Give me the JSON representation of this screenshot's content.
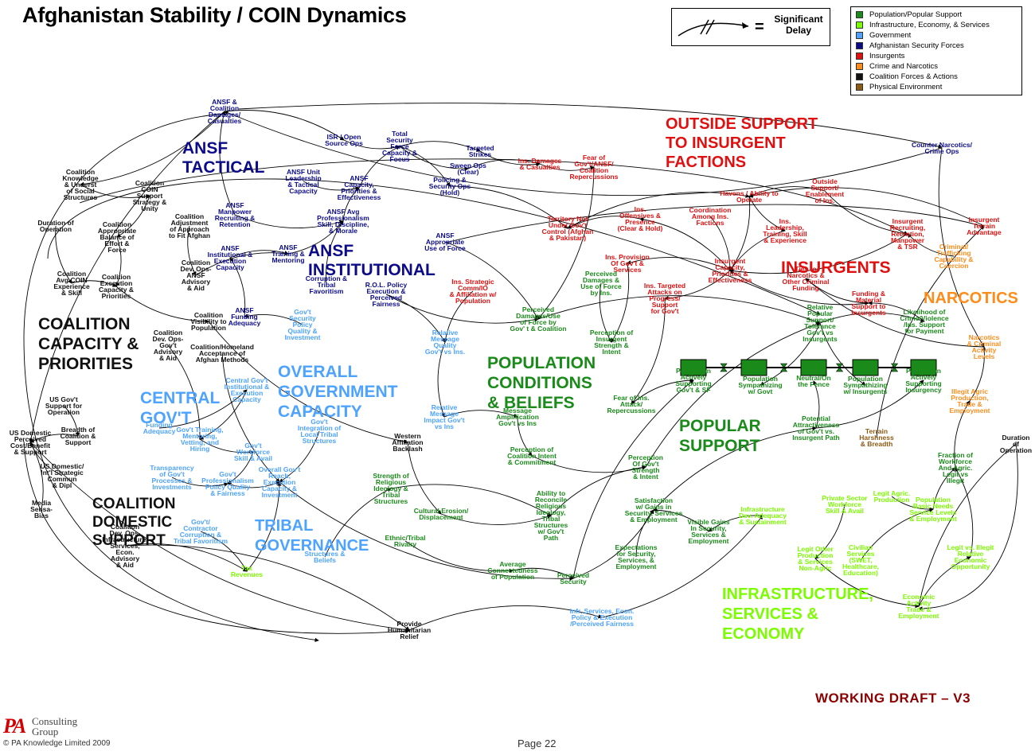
{
  "title": "Afghanistan Stability / COIN Dynamics",
  "delay_legend": {
    "equals": "=",
    "label": "Significant Delay"
  },
  "legend": [
    {
      "label": "Population/Popular Support",
      "color": "#1a8a1a"
    },
    {
      "label": "Infrastructure, Economy, & Services",
      "color": "#7cfc00"
    },
    {
      "label": "Government",
      "color": "#4da3ff"
    },
    {
      "label": "Afghanistan Security Forces",
      "color": "#0b0b8a"
    },
    {
      "label": "Insurgents",
      "color": "#e01010"
    },
    {
      "label": "Crime and Narcotics",
      "color": "#ff8c1a"
    },
    {
      "label": "Coalition Forces & Actions",
      "color": "#111111"
    },
    {
      "label": "Physical Environment",
      "color": "#8b5a14"
    }
  ],
  "sectors": {
    "ansf_tactical": [
      "ANSF",
      "TACTICAL"
    ],
    "ansf_institutional": [
      "ANSF",
      "INSTITUTIONAL"
    ],
    "outside_support": [
      "OUTSIDE SUPPORT",
      "TO INSURGENT",
      "FACTIONS"
    ],
    "insurgents": [
      "INSURGENTS"
    ],
    "narcotics": [
      "NARCOTICS"
    ],
    "coalition_capacity": [
      "COALITION",
      "CAPACITY &",
      "PRIORITIES"
    ],
    "overall_government": [
      "OVERALL",
      "GOVERNMENT",
      "CAPACITY"
    ],
    "central_govt": [
      "CENTRAL",
      "GOV'T"
    ],
    "population_conditions": [
      "POPULATION",
      "CONDITIONS",
      "& BELIEFS"
    ],
    "popular_support": [
      "POPULAR",
      "SUPPORT"
    ],
    "coalition_domestic": [
      "COALITION",
      "DOMESTIC",
      "SUPPORT"
    ],
    "tribal_governance": [
      "TRIBAL",
      "GOVERNANCE"
    ],
    "infrastructure": [
      "INFRASTRUCTURE,",
      "SERVICES &",
      "ECONOMY"
    ]
  },
  "nodes": {
    "ansf_coalition_damages": [
      "ANSF &",
      "Coalition",
      "Damages/",
      "Casualties"
    ],
    "isr_open_source": [
      "ISR / Open",
      "Source Ops"
    ],
    "total_security_force": [
      "Total",
      "Security",
      "Force",
      "Capacity &",
      "Focus"
    ],
    "targeted_strikes": [
      "Targeted",
      "Strikes"
    ],
    "sweep_ops": [
      "Sweep Ops",
      "(Clear)"
    ],
    "policing_security": [
      "Policing &",
      "Security Ops",
      "(Hold)"
    ],
    "ins_damages": [
      "Ins. Damages",
      "& Casualties"
    ],
    "fear_of_govt": [
      "Fear of",
      "Gov't/ANSF/",
      "Coalition",
      "Repercussions"
    ],
    "counter_narcotics": [
      "Counter Narcotics/",
      "Crime Ops"
    ],
    "ansf_unit_leadership": [
      "ANSF Unit",
      "Leadership",
      "& Tactical",
      "Capacity"
    ],
    "ansf_capacity": [
      "ANSF",
      "Capacity,",
      "Priorities &",
      "Effectiveness"
    ],
    "ansf_manpower": [
      "ANSF",
      "Manpower",
      "Recruiting &",
      "Retention"
    ],
    "ansf_avg_prof": [
      "ANSF Avg",
      "Professionalism",
      "Skill, Discipline,",
      "& Morale"
    ],
    "ansf_appropriate_force": [
      "ANSF",
      "Appropriate",
      "Use of Force"
    ],
    "ansf_institutional_exec": [
      "ANSF",
      "Institutional &",
      "Execution",
      "Capacity"
    ],
    "ansf_training": [
      "ANSF",
      "Training &",
      "Mentoring"
    ],
    "corruption_tribal": [
      "Corruption &",
      "Tribal",
      "Favoritism"
    ],
    "rol_policy": [
      "R.O.L. Policy",
      "Execution &",
      "Perceived",
      "Fairness"
    ],
    "ansf_funding": [
      "ANSF",
      "Funding",
      "Adequacy"
    ],
    "govt_security_policy": [
      "Gov't",
      "Security",
      "Policy",
      "Quality &",
      "Investment"
    ],
    "territory_not_under": [
      "Territory Not",
      "Under Gov't",
      "Control (Afghan",
      "& Pakistan)"
    ],
    "ins_offensives": [
      "Ins.",
      "Offensives &",
      "Presence",
      "(Clear & Hold)"
    ],
    "havens": [
      "Havens / Ability to",
      "Operate"
    ],
    "outside_support_enablement": [
      "Outside",
      "Support/",
      "Enablement",
      "of Ins."
    ],
    "coordination_ins": [
      "Coordination",
      "Among Ins.",
      "Factions"
    ],
    "ins_leadership": [
      "Ins.",
      "Leadership,",
      "Training, Skill",
      "& Experience"
    ],
    "ins_recruiting": [
      "Insurgent",
      "Recruiting,",
      "Retention,",
      "Manpower",
      "& TSR"
    ],
    "insurgent_terrain": [
      "Insurgent",
      "Terrain",
      "Advantage"
    ],
    "criminal_trafficking": [
      "Criminal/",
      "Trafficking",
      "Capability &",
      "Coercion"
    ],
    "insurgent_capacity": [
      "Insurgent",
      "Capacity,",
      "Priorities &",
      "Effectiveness"
    ],
    "ties_narcotics": [
      "Ties to",
      "Narcotics &",
      "Other Criminal",
      "Funding"
    ],
    "funding_material": [
      "Funding &",
      "Material",
      "Support to",
      "Insurgents"
    ],
    "likelihood_crime": [
      "Likelihood of",
      "Crime/Violence",
      "/Ins. Support",
      "for Payment"
    ],
    "narcotics_activity": [
      "Narcotics",
      "& Criminal",
      "Activity",
      "Levels"
    ],
    "ins_provision": [
      "Ins. Provision",
      "Of Gov't &",
      "Services"
    ],
    "perceived_damages_ins": [
      "Perceived",
      "Damages &",
      "Use of Force",
      "by Ins."
    ],
    "ins_targeted_attacks": [
      "Ins. Targeted",
      "Attacks on",
      "Progress/",
      "Support",
      "for Gov't"
    ],
    "perception_insurgent_strength": [
      "Perception of",
      "Insurgent",
      "Strength &",
      "Intent"
    ],
    "ins_strategic_comm": [
      "Ins. Strategic",
      "Comm/IO",
      "& Affiliation w/",
      "Population"
    ],
    "perceived_damages_govt": [
      "Perceived",
      "Damages/Use",
      "of Force by",
      "Gov' t & Coalition"
    ],
    "relative_message_quality": [
      "Relative",
      "Message",
      "Quality",
      "Gov't vs Ins."
    ],
    "relative_message_impact": [
      "Relative",
      "Message",
      "Impact Gov't",
      "vs Ins"
    ],
    "message_amplification": [
      "Message",
      "Amplification",
      "Gov't vs Ins"
    ],
    "relative_popular_support": [
      "Relative",
      "Popular",
      "Support/",
      "Tolerance",
      "Gov't vs",
      "Insurgents"
    ],
    "fear_ins_attack": [
      "Fear of Ins.",
      "Attack/",
      "Repercussions"
    ],
    "pop_actively_govt": [
      "Population",
      "Actively",
      "Supporting",
      "Gov't & SF"
    ],
    "pop_sympathizing_govt": [
      "Population",
      "Sympathizing",
      "w/ Govt"
    ],
    "neutral_fence": [
      "Neutral/On",
      "the Fence"
    ],
    "pop_sympathizing_ins": [
      "Population",
      "Sympathizing",
      "w/ Insurgents"
    ],
    "pop_actively_ins": [
      "Population",
      "Actively",
      "Supporting",
      "Insurgency"
    ],
    "potential_attractiveness": [
      "Potential",
      "Attractiveness",
      "of Gov't vs.",
      "Insurgent Path"
    ],
    "terrain_harshness": [
      "Terrain",
      "Harshness",
      "& Breadth"
    ],
    "illegit_agric": [
      "Illegit Agric",
      "Production,",
      "Trade &",
      "Employment"
    ],
    "duration_op_right": [
      "Duration",
      "of",
      "Operation"
    ],
    "fraction_workforce": [
      "Fraction of",
      "Workforce",
      "And Agric.",
      "Legit vs",
      "Illegit"
    ],
    "perception_coalition_intent": [
      "Perception of",
      "Coalition Intent",
      "& Commitment"
    ],
    "perception_govt_strength": [
      "Perception",
      "Of Gov't",
      "Strength",
      "& Intent"
    ],
    "western_affiliation": [
      "Western",
      "Affiliation",
      "Backlash"
    ],
    "strength_religious": [
      "Strength of",
      "Religious",
      "Ideology &",
      "Tribal",
      "Structures"
    ],
    "cultural_erosion": [
      "Cultural Erosion/",
      "Displacement"
    ],
    "ability_reconcile": [
      "Ability to",
      "Reconcile",
      "Religious",
      "Ideology,",
      "Tribal",
      "Structures",
      "w/ Gov't",
      "Path"
    ],
    "ethnic_tribal_rivalry": [
      "Ethnic/Tribal",
      "Rivalry"
    ],
    "average_connectedness": [
      "Average",
      "Connectedness",
      "of Population"
    ],
    "perceived_security": [
      "Perceived",
      "Security"
    ],
    "satisfaction_gains": [
      "Satisfaction",
      "w/ Gains in",
      "Security, Services",
      "& Employment"
    ],
    "visible_gains": [
      "Visible Gains",
      "In Security,",
      "Services &",
      "Employment"
    ],
    "expectations_security": [
      "Expectations",
      "for Security,",
      "Services, &",
      "Employment"
    ],
    "infra_dev": [
      "Infrastructure",
      "Dev. Adequacy",
      "& Sustainment"
    ],
    "private_sector": [
      "Private Sector",
      "Workforce",
      "Skill & Avail"
    ],
    "legit_agric": [
      "Legit Agric.",
      "Production"
    ],
    "pop_basic_needs": [
      "Population",
      "Basic Needs",
      "Service Levels",
      "& Employment"
    ],
    "legit_other": [
      "Legit Other",
      "Production",
      "& Services",
      "Non-Agric"
    ],
    "civilian_services": [
      "Civilian",
      "Services",
      "(SWET,",
      "Healthcare,",
      "Education)"
    ],
    "legit_vs_illegit": [
      "Legit vs. Illegit",
      "Relative",
      "Economic",
      "Opportunity"
    ],
    "economic_activity": [
      "Economic",
      "Activity",
      "Trade &",
      "Employment"
    ],
    "infr_services_econ": [
      "Infr, Services, Econ.",
      "Policy & Execution",
      "/Perceived Fairness"
    ],
    "provide_humanitarian": [
      "Provide",
      "Humanitarian",
      "Relief"
    ],
    "coalition_knowledge": [
      "Coalition",
      "Knowledge",
      "& Underst",
      "of Social",
      "Structures"
    ],
    "coalition_coin": [
      "Coalition",
      "COIN",
      "Support",
      "Strategy &",
      "Unity"
    ],
    "duration_op_left": [
      "Duration of",
      "Operation"
    ],
    "coalition_appropriate_balance": [
      "Coalition",
      "Appropriate",
      "Balance of",
      "Effort &",
      "Force"
    ],
    "coalition_adjustment": [
      "Coalition",
      "Adjustment",
      "of Approach",
      "to Fit Afghan"
    ],
    "coalition_avg_coin": [
      "Coalition",
      "Avg COIN",
      "Experience",
      "& Skill"
    ],
    "coalition_execution": [
      "Coalition",
      "Execution",
      "Capacity &",
      "Priorities"
    ],
    "coalition_dev_ops_ansf": [
      "Coalition",
      "Dev. Ops-",
      "ANSF",
      "Advisory",
      "& Aid"
    ],
    "coalition_visibility": [
      "Coalition",
      "Visibility to",
      "Population"
    ],
    "coalition_dev_ops_govt": [
      "Coalition",
      "Dev. Ops-",
      "Gov't",
      "Advisory",
      "& Aid"
    ],
    "coalition_homeland": [
      "Coalition/Homeland",
      "Acceptance of",
      "Afghan Methods"
    ],
    "us_govt_support": [
      "US Gov't",
      "Support for",
      "Operation"
    ],
    "breadth_coalition": [
      "Breadth of",
      "Coalition &",
      "Support"
    ],
    "us_domestic_cost": [
      "US Domestic",
      "Perceived",
      "Cost/Benefit",
      "& Support"
    ],
    "us_domestic_strategic": [
      "US Domestic/",
      "Int'l Strategic",
      "Commun",
      "& Dipl"
    ],
    "media_sensationalism": [
      "Media",
      "Sensa-",
      "Bias"
    ],
    "coalition_dev_ops_infra": [
      "Coalition",
      "Dev. Ops-",
      "Infrastructure,",
      "Services,",
      "Econ.",
      "Advisory",
      "& Aid"
    ],
    "funding_adequacy": [
      "Funding",
      "Adequacy"
    ],
    "central_govt_inst": [
      "Central Gov't",
      "Institutional &",
      "Execution",
      "Capacity"
    ],
    "govt_training": [
      "Gov't Training,",
      "Mentoring,",
      "Vetting, and",
      "Hiring"
    ],
    "govt_workforce": [
      "Gov't",
      "Workforce",
      "Skill & Avail"
    ],
    "transparency": [
      "Transparency",
      "of Gov't",
      "Processes &",
      "Investments"
    ],
    "govt_professionalism": [
      "Gov't",
      "Professionalism",
      "Policy Quality",
      "& Fairness"
    ],
    "govt_integration_tribal": [
      "Gov't",
      "Integration of",
      "Local Tribal",
      "Structures"
    ],
    "overall_govt_reach": [
      "Overall Gov't",
      "Reach,",
      "Execution",
      "Capacity &",
      "Investment"
    ],
    "govt_contractor_corruption": [
      "Gov't/",
      "Contractor",
      "Corruption &",
      "Tribal Favoritism"
    ],
    "tax_revenues": [
      "Tax",
      "Revenues"
    ],
    "structures_beliefs": [
      "Structures &",
      "Beliefs"
    ]
  },
  "working_draft": "WORKING DRAFT – V3",
  "logo": {
    "mark": "PA",
    "name": [
      "Consulting",
      "Group"
    ]
  },
  "copyright": "© PA Knowledge Limited 2009",
  "page": "Page 22"
}
